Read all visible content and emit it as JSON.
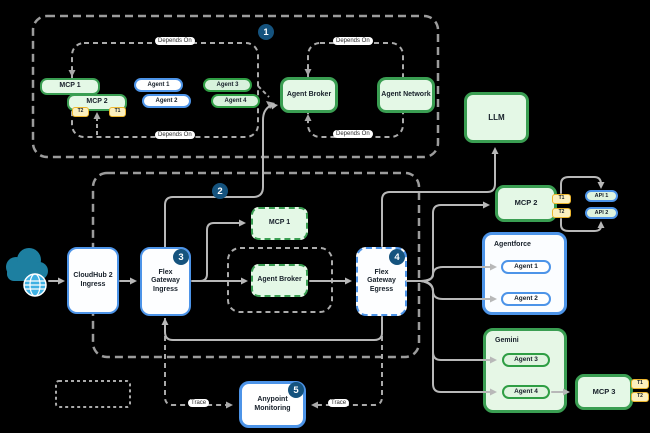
{
  "colors": {
    "green_border": "#3A9E52",
    "green_fill": "#E4F8E6",
    "blue_border": "#4D94E8",
    "yellow_tag_border": "#EDB62E",
    "yellow_tag_fill": "#FCF0BE",
    "badge_background": "#15537E",
    "solid_line_gray": "#B8B8B8",
    "dashed_line_gray": "#A9A9A9",
    "cloud_teal": "#1D7FA0",
    "globe_blue": "#3FB1E3"
  },
  "group1": {
    "badge": "1",
    "depends_on_top_left": "Depends On",
    "depends_on_bottom_left": "Depends On",
    "depends_on_top_right": "Depends On",
    "depends_on_bottom_right": "Depends On",
    "mcp1": "MCP 1",
    "mcp2": "MCP 2",
    "tag_t1": "T1",
    "tag_t2": "T2",
    "agent1": "Agent 1",
    "agent2": "Agent 2",
    "agent3": "Agent 3",
    "agent4": "Agent 4",
    "agent_broker": "Agent Broker",
    "agent_network": "Agent Network"
  },
  "flow": {
    "badge_group2": "2",
    "cloudhub": "CloudHub 2 Ingress",
    "flex_ingress": "Flex Gateway Ingress",
    "badge_ingress": "3",
    "flex_egress": "Flex Gateway Egress",
    "badge_egress": "4",
    "mcp1_dashed": "MCP 1",
    "agent_broker_dashed": "Agent Broker"
  },
  "right": {
    "llm": "LLM",
    "mcp2": "MCP 2",
    "mcp2_t1": "T1",
    "mcp2_t2": "T2",
    "api1": "API 1",
    "api2": "API 2",
    "agentforce": {
      "title": "Agentforce",
      "agent1": "Agent 1",
      "agent2": "Agent 2"
    },
    "gemini": {
      "title": "Gemini",
      "agent3": "Agent 3",
      "agent4": "Agent 4"
    },
    "mcp3": "MCP 3",
    "mcp3_t1": "T1",
    "mcp3_t2": "T2"
  },
  "monitoring": {
    "title": "Anypoint Monitoring",
    "badge": "5",
    "trace_left": "Trace",
    "trace_right": "Trace"
  }
}
